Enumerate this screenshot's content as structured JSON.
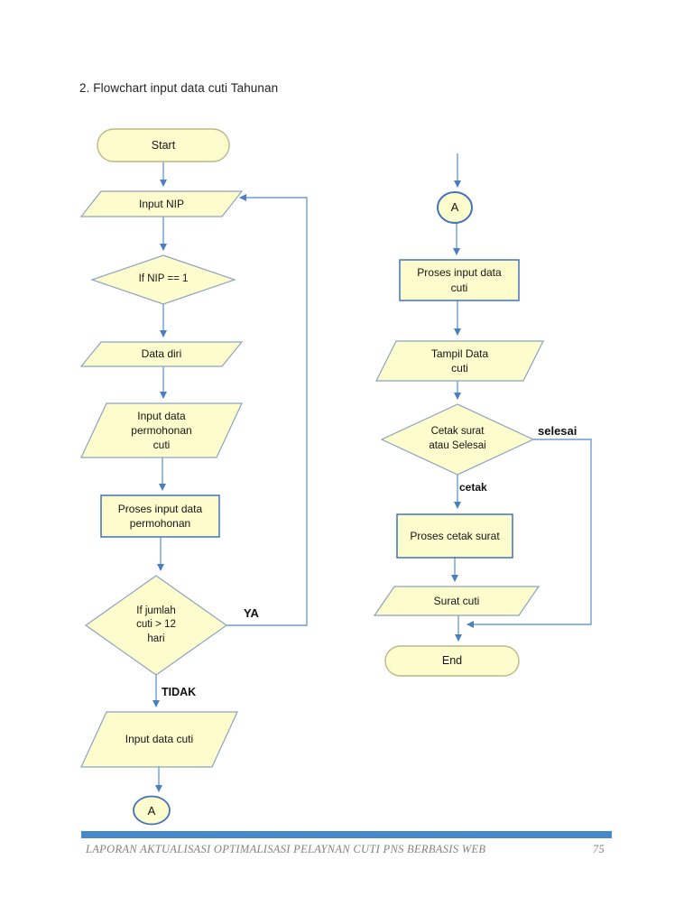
{
  "page": {
    "title": "2. Flowchart input data cuti Tahunan",
    "footer": {
      "text": "LAPORAN AKTUALISASI OPTIMALISASI PELAYNAN CUTI PNS BERBASIS WEB",
      "page_number": "75"
    }
  },
  "colors": {
    "shape_fill": "#fcfccd",
    "line_blue": "#6e9cd6",
    "arrow_blue": "#4a7fc1",
    "rect_border": "#4372b8",
    "slant_border": "#8ca3c0",
    "stadium_border": "#b9b98a",
    "footer_bar": "#4688c8"
  },
  "flowchart": {
    "edge_labels": {
      "ya": "YA",
      "tidak": "TIDAK",
      "cetak": "cetak",
      "selesai": "selesai"
    },
    "left": {
      "start": "Start",
      "input_nip": "Input NIP",
      "if_nip": "If NIP == 1",
      "data_diri": "Data diri",
      "input_permohonan": [
        "Input data",
        "permohonan",
        "cuti"
      ],
      "proses_permohonan": [
        "Proses input data",
        "permohonan"
      ],
      "if_jumlah": [
        "If jumlah",
        "cuti > 12",
        "hari"
      ],
      "input_data_cuti": "Input data  cuti",
      "connector": "A"
    },
    "right": {
      "connector": "A",
      "proses_input": [
        "Proses input data",
        "cuti"
      ],
      "tampil": [
        "Tampil Data",
        "cuti"
      ],
      "cetak_decision": [
        "Cetak surat",
        "atau Selesai"
      ],
      "proses_cetak": "Proses cetak surat",
      "surat_cuti": "Surat cuti",
      "end": "End"
    }
  }
}
